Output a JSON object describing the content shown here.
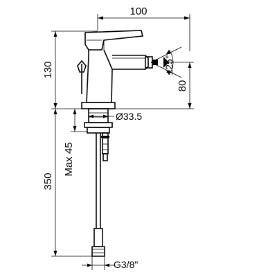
{
  "drawing": {
    "dimensions": {
      "spout_reach": "100",
      "body_height": "130",
      "outlet_height": "80",
      "swivel_angle": "±25°",
      "mount_hole": "Ø33.5",
      "max_deck_thickness": "Max 45",
      "hose_length": "350",
      "hose_thread": "G3/8\""
    }
  }
}
